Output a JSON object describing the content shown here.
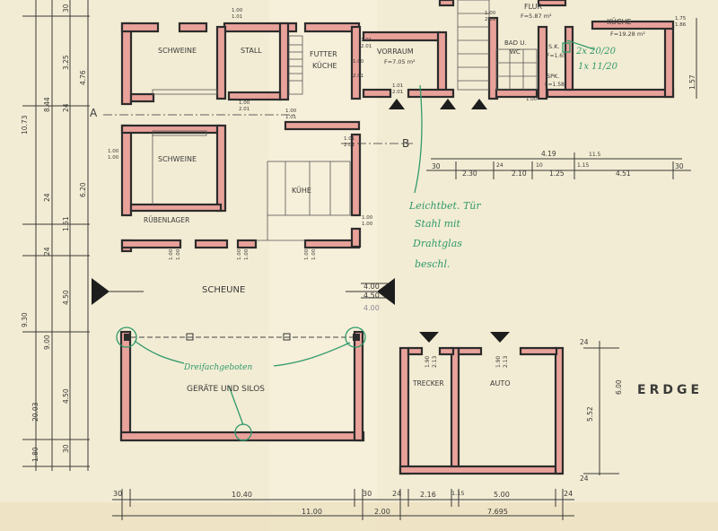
{
  "rooms": {
    "schweine_top": "SCHWEINE",
    "stall": "STALL",
    "futter_kueche_1": "FUTTER",
    "futter_kueche_2": "KÜCHE",
    "vorraum": "VORRAUM",
    "vorraum_area": "F=7.05 m²",
    "flur": "FLUR",
    "flur_area": "F=5.87 m²",
    "bad_wc_1": "BAD U.",
    "bad_wc_2": "WC",
    "kueche": "KÜCHE",
    "kueche_area": "F=19.28 m²",
    "sk": "S.K.",
    "sk_area": "F=1.65",
    "spk": "SPK.",
    "spk_area": "F=1.58",
    "schweine_mid": "SCHWEINE",
    "kuehe": "KÜHE",
    "ruebenlager": "RÜBENLAGER",
    "scheune": "SCHEUNE",
    "geraete_silos": "GERÄTE UND SILOS",
    "trecker": "TRECKER",
    "auto": "AUTO"
  },
  "title": "ERDGE",
  "section_marks": {
    "a": "A",
    "b": "B"
  },
  "dims": {
    "left": [
      "10.73",
      "8.44",
      "4.76",
      "3.25",
      "24",
      "24",
      "6.20",
      "1.51",
      "24",
      "9.30",
      "4.50",
      "9.00",
      "20.03",
      "4.50",
      "1.80",
      "30",
      "30"
    ],
    "bottom": [
      "30",
      "10.40",
      "30",
      "11.00",
      "2.00",
      "24",
      "2.16",
      "1.15",
      "5.00",
      "24",
      "7.695"
    ],
    "mid_row": [
      "30",
      "2.30",
      "24",
      "2.10",
      "1.25",
      "4.51",
      "30",
      "4.19",
      "10",
      "1.15",
      "11.5"
    ],
    "right": [
      "24",
      "6.00",
      "5.52",
      "24",
      "1.57"
    ],
    "scheune_width": "4.00",
    "scheune_width2": "4.50",
    "pencil_width": "4.00",
    "openings": [
      "1.00",
      "1.01",
      "1.00",
      "2.01",
      "1.00",
      "1.01",
      "1.00",
      "2.01",
      "1.01",
      "2.01",
      "1.01",
      "2.01",
      "1.01",
      "2.01",
      "1.00",
      "1.00",
      "1.00",
      "1.00",
      "1.00",
      "1.00",
      "1.00",
      "1.00",
      "1.00",
      "1.00",
      "1.00"
    ],
    "door_trecker": "1.90",
    "door_trecker2": "2.13",
    "door_auto": "1.90",
    "door_auto2": "2.13",
    "top_small": [
      "1.00",
      "2.01",
      "1.75",
      "1.86"
    ]
  },
  "annotations": {
    "window_note": [
      "2x 20/20",
      "1x 11/20"
    ],
    "stair_note": [
      "Leichtbet. Tür",
      "Stahl mit",
      "Drahtglas",
      "beschl."
    ],
    "column_note": "Dreifachgeboten"
  }
}
